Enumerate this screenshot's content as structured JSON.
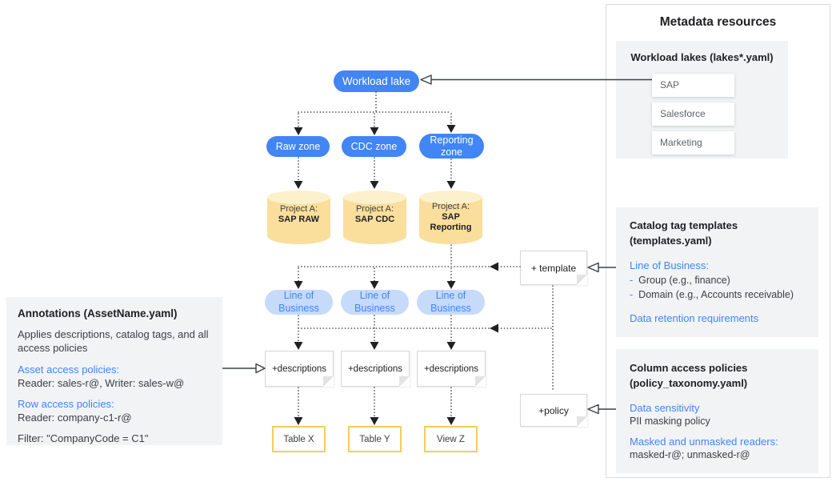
{
  "colors": {
    "accent_blue": "#4285F4",
    "lob_pill_bg": "#C6DAFB",
    "cylinder_body": "#FADE9B",
    "cylinder_top": "#FCF1CC",
    "table_border": "#F5CB5E",
    "panel_gray": "#F1F3F4",
    "text_dark": "#202124",
    "text_body": "#3C4043",
    "item_text": "#5F6368"
  },
  "diagram": {
    "lake_label": "Workload lake",
    "zones": [
      {
        "label": "Raw zone"
      },
      {
        "label": "CDC zone"
      },
      {
        "label": "Reporting zone"
      }
    ],
    "projects": [
      {
        "prefix": "Project A:",
        "name": "SAP RAW"
      },
      {
        "prefix": "Project A:",
        "name": "SAP CDC"
      },
      {
        "prefix": "Project A:",
        "name": "SAP Reporting"
      }
    ],
    "lob": [
      {
        "label": "Line of Business"
      },
      {
        "label": "Line of Business"
      },
      {
        "label": "Line of Business"
      }
    ],
    "descriptions": [
      {
        "label": "+descriptions"
      },
      {
        "label": "+descriptions"
      },
      {
        "label": "+descriptions"
      }
    ],
    "outputs": [
      {
        "label": "Table X"
      },
      {
        "label": "Table Y"
      },
      {
        "label": "View Z"
      }
    ],
    "template_note_label": "+ template",
    "policy_note_label": "+policy"
  },
  "annotations_panel": {
    "title": "Annotations (AssetName.yaml)",
    "description": "Applies descriptions, catalog tags, and all access policies",
    "asset_heading": "Asset access policies:",
    "asset_body": "Reader: sales-r@, Writer: sales-w@",
    "row_heading": "Row access policies:",
    "row_body": "Reader: company-c1-r@",
    "filter": "Filter: \"CompanyCode = C1\""
  },
  "metadata_panel": {
    "title": "Metadata resources",
    "workload_lakes": {
      "title": "Workload lakes (lakes*.yaml)",
      "items": [
        "SAP",
        "Salesforce",
        "Marketing"
      ]
    },
    "catalog_templates": {
      "title_line1": "Catalog tag templates",
      "title_line2": "(templates.yaml)",
      "lob_heading": "Line of Business:",
      "bullet_marker": "-",
      "bullets": [
        "Group (e.g., finance)",
        "Domain (e.g., Accounts receivable)"
      ],
      "retention_heading": "Data retention requirements"
    },
    "column_policies": {
      "title_line1": "Column access policies",
      "title_line2": "(policy_taxonomy.yaml)",
      "sensitivity_heading": "Data sensitivity",
      "sensitivity_body": "PII masking policy",
      "readers_heading": "Masked and unmasked readers:",
      "readers_body": "masked-r@; unmasked-r@"
    }
  }
}
